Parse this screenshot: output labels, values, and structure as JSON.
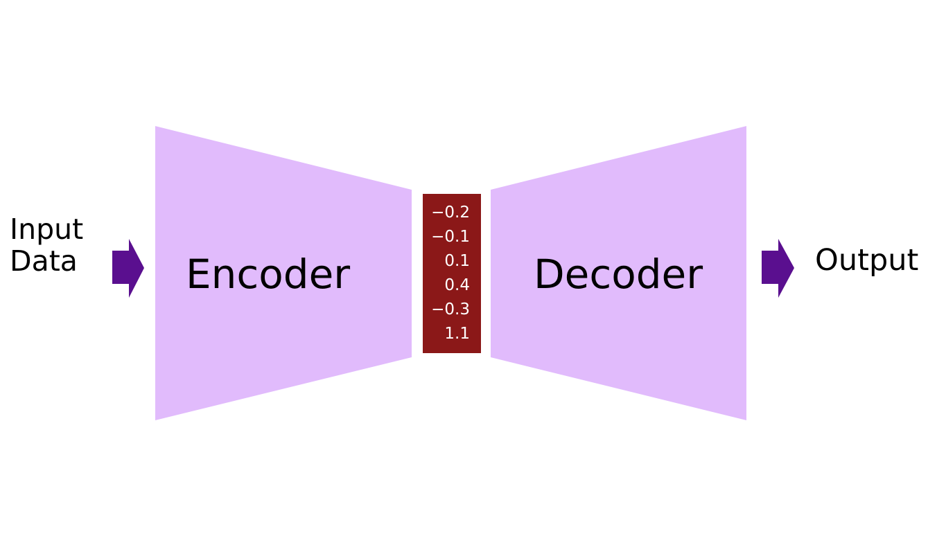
{
  "input": {
    "line1": "Input",
    "line2": "Data"
  },
  "encoder": {
    "label": "Encoder"
  },
  "decoder": {
    "label": "Decoder"
  },
  "latent": {
    "values": [
      "−0.2",
      "−0.1",
      "0.1",
      "0.4",
      "−0.3",
      "1.1"
    ]
  },
  "output": {
    "label": "Output"
  },
  "colors": {
    "block_fill": "#e1bbfc",
    "latent_fill": "#8b1818",
    "arrow_fill": "#5a0f8f"
  }
}
